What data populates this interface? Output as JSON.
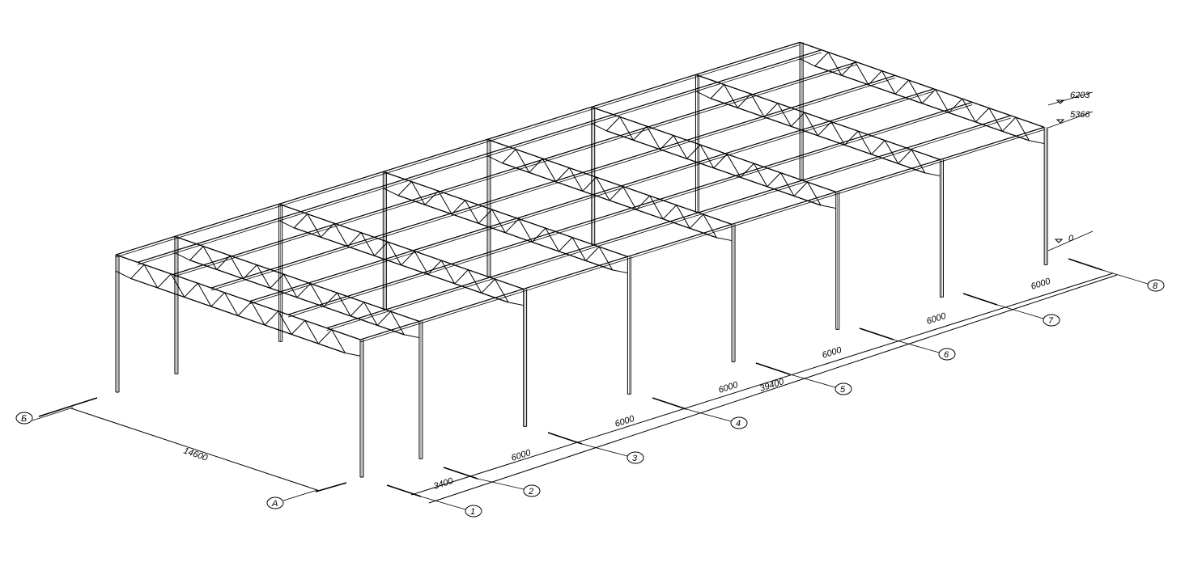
{
  "drawing": {
    "elevations": [
      {
        "label": "6203",
        "value": 6203
      },
      {
        "label": "5366",
        "value": 5366
      },
      {
        "label": "0",
        "value": 0
      }
    ],
    "grid_axes_longitudinal": [
      "1",
      "2",
      "3",
      "4",
      "5",
      "6",
      "7",
      "8"
    ],
    "grid_axes_transverse": [
      "А",
      "Б"
    ],
    "span_dimensions": [
      "3400",
      "6000",
      "6000",
      "6000",
      "6000",
      "6000",
      "6000"
    ],
    "span_values": [
      3400,
      6000,
      6000,
      6000,
      6000,
      6000,
      6000
    ],
    "overall_length": "39400",
    "overall_width": "14600",
    "width_value": 14600,
    "line_color": "#000000"
  }
}
